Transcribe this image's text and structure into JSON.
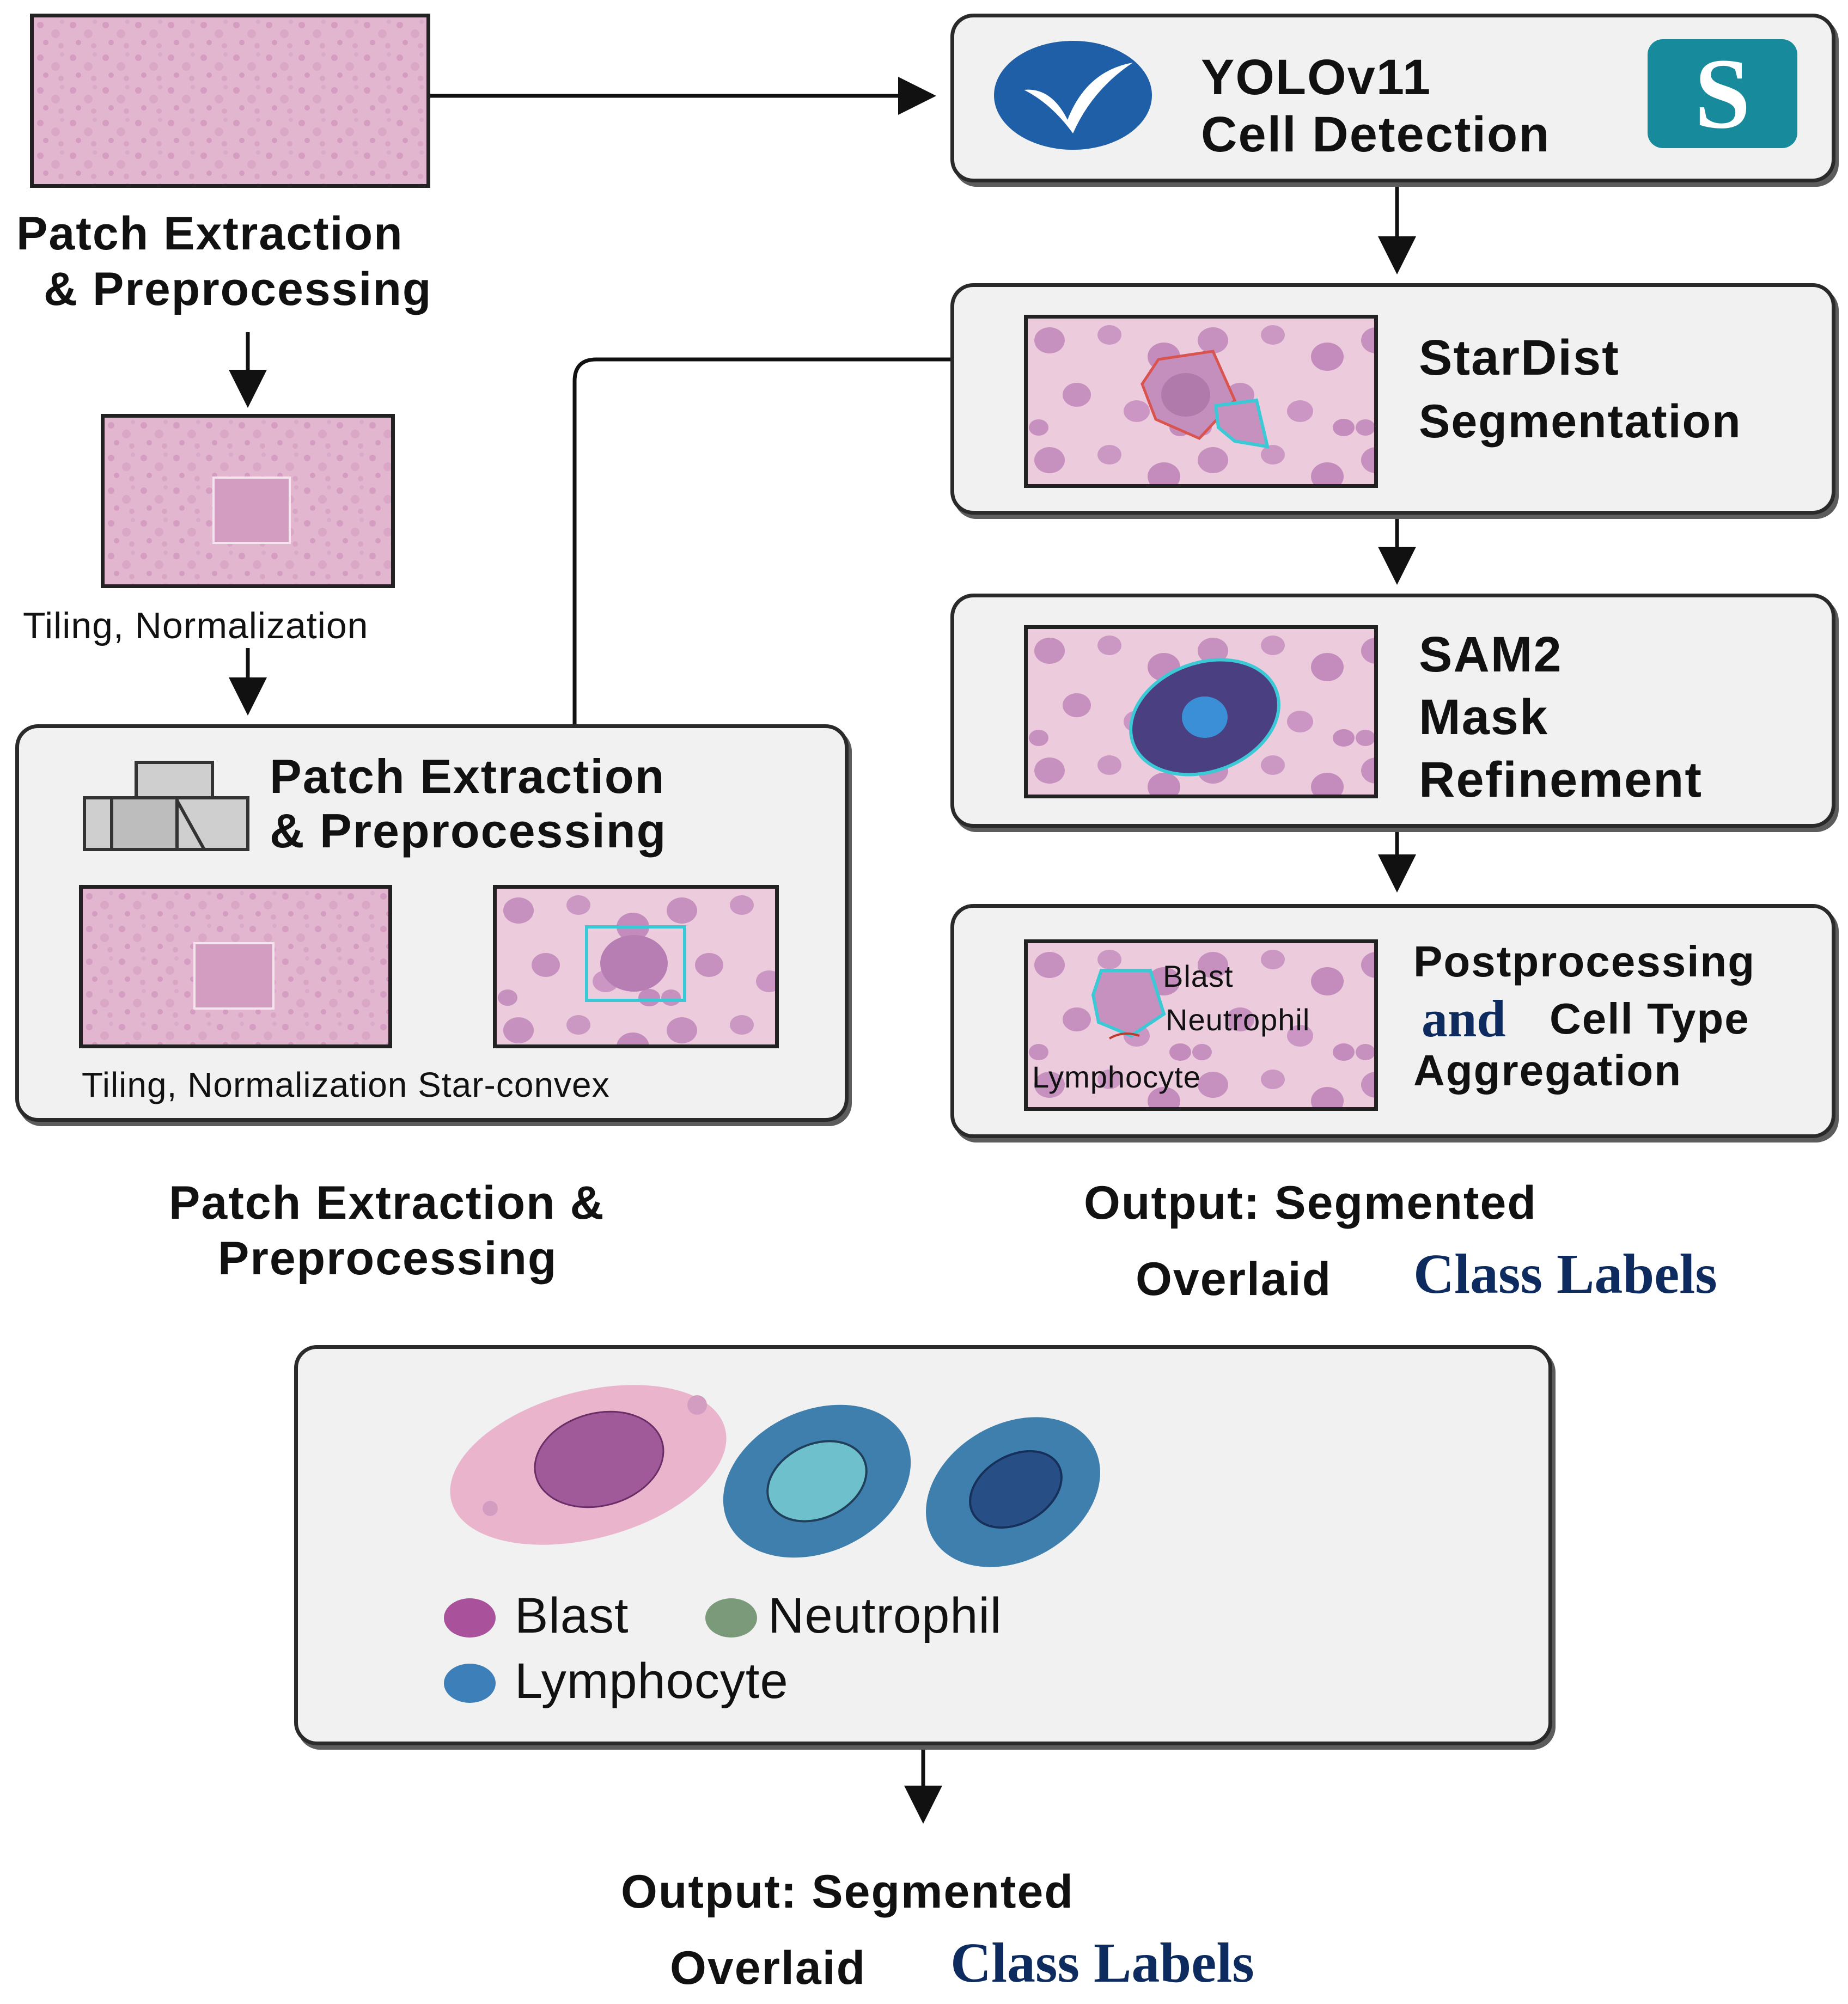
{
  "input": {
    "title_line1": "Patch Extraction",
    "title_line2": "& Preprocessing",
    "tiling_caption": "Tiling, Normalization"
  },
  "patch_box": {
    "title_line1": "Patch Extraction",
    "title_line2": "& Preprocessing",
    "caption": "Tiling, Normalization Star-convex"
  },
  "left_caption": {
    "line1": "Patch Extraction &",
    "line2": "Preprocessing"
  },
  "yolo": {
    "line1": "YOLOv11",
    "line2": "Cell Detection",
    "logo_letter": "S"
  },
  "stardist": {
    "line1": "StarDist",
    "line2": "Segmentation"
  },
  "sam2": {
    "line1": "SAM2",
    "line2": "Mask",
    "line3": "Refinement"
  },
  "post": {
    "line1": "Postprocessing",
    "line2_serif": "and",
    "line2_rest": "Cell Type",
    "line3": "Aggregation",
    "labels": {
      "blast": "Blast",
      "neutrophil": "Neutrophil",
      "lymphocyte": "Lymphocyte"
    }
  },
  "right_output": {
    "line1": "Output: Segmented",
    "line2_a": "Overlaid",
    "line2_b": "Class Labels"
  },
  "legend": {
    "items": [
      {
        "label": "Blast",
        "color": "#a9519b"
      },
      {
        "label": "Neutrophil",
        "color": "#7a9a7a"
      },
      {
        "label": "Lymphocyte",
        "color": "#3d7fb8"
      }
    ]
  },
  "bottom_output": {
    "line1": "Output: Segmented",
    "line2_a": "Overlaid",
    "line2_b": "Class Labels"
  },
  "colors": {
    "tissue": "#e6bcd3",
    "nucleus": "#b77eb3",
    "cyan": "#3cc9d6",
    "yolo_blue": "#1f5fa8",
    "teal": "#178b9c"
  }
}
